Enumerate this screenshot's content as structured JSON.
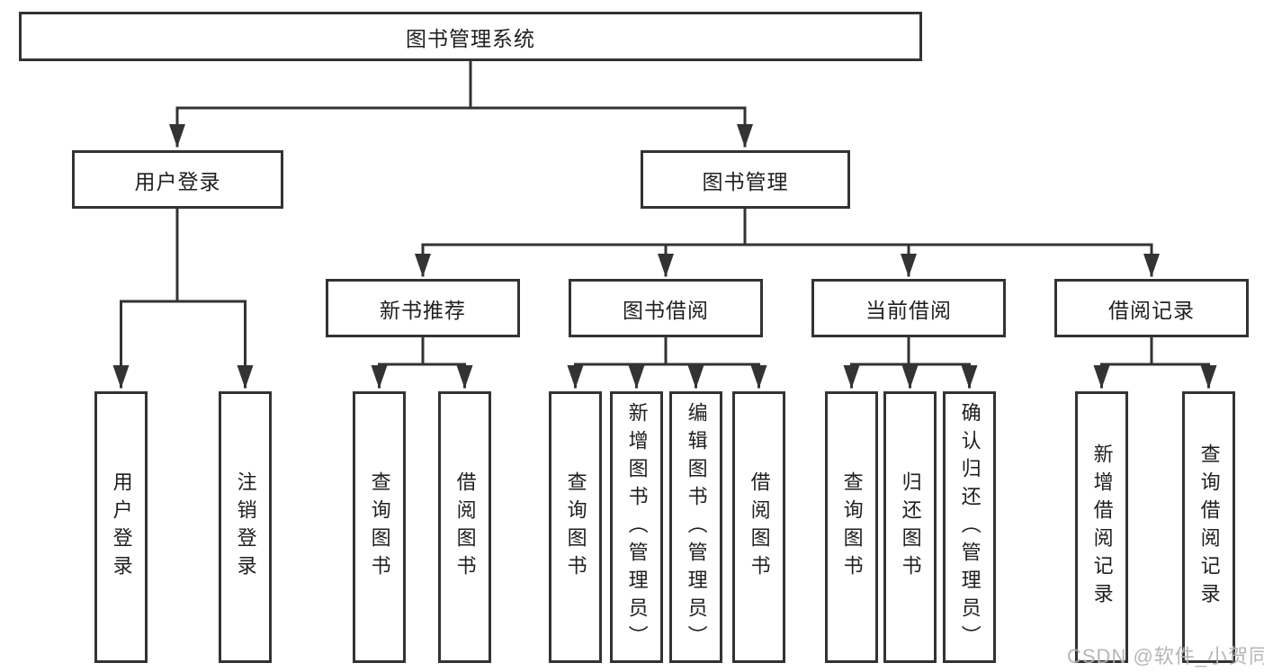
{
  "colors": {
    "line": "#333333",
    "box_border": "#333333",
    "text": "#1f1f1f",
    "watermark": "#b2b2b2",
    "background": "#ffffff"
  },
  "diagram": {
    "root": {
      "label": "图书管理系统"
    },
    "branches": [
      {
        "label": "用户登录",
        "children": [
          {
            "label": "用户登录"
          },
          {
            "label": "注销登录"
          }
        ]
      },
      {
        "label": "图书管理",
        "children": [
          {
            "label": "新书推荐",
            "children": [
              {
                "label": "查询图书"
              },
              {
                "label": "借阅图书"
              }
            ]
          },
          {
            "label": "图书借阅",
            "children": [
              {
                "label": "查询图书"
              },
              {
                "label": "新增图书（管理员）"
              },
              {
                "label": "编辑图书（管理员）"
              },
              {
                "label": "借阅图书"
              }
            ]
          },
          {
            "label": "当前借阅",
            "children": [
              {
                "label": "查询图书"
              },
              {
                "label": "归还图书"
              },
              {
                "label": "确认归还（管理员）"
              }
            ]
          },
          {
            "label": "借阅记录",
            "children": [
              {
                "label": "新增借阅记录"
              },
              {
                "label": "查询借阅记录"
              }
            ]
          }
        ]
      }
    ],
    "watermark": "CSDN @软件_小贺同学"
  }
}
